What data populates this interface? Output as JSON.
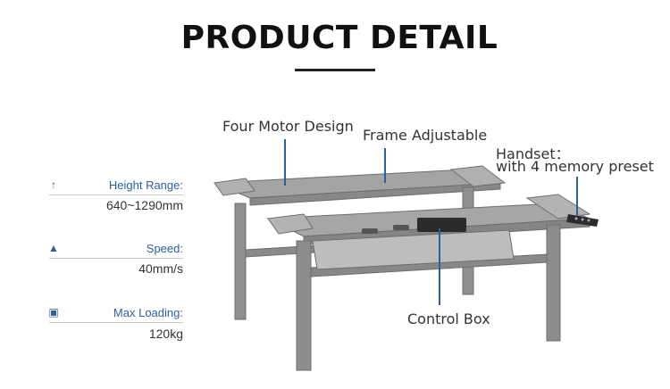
{
  "heading": {
    "title": "PRODUCT DETAIL"
  },
  "specs": [
    {
      "label": "Height Range",
      "value": "640~1290mm",
      "icon": "up-arrow-icon"
    },
    {
      "label": "Speed",
      "value": "40mm/s",
      "icon": "speed-icon"
    },
    {
      "label": "Max Loading",
      "value": "120kg",
      "icon": "weight-icon"
    }
  ],
  "callouts": {
    "four_motor": "Four Motor Design",
    "frame": "Frame Adjustable",
    "handset_line1": "Handset：",
    "handset_line2": "with 4 memory preset",
    "control_box": "Control Box"
  },
  "colors": {
    "accent": "#2a5fa0",
    "frame": "#8a8a8a",
    "pointer": "#2a5fa0"
  }
}
